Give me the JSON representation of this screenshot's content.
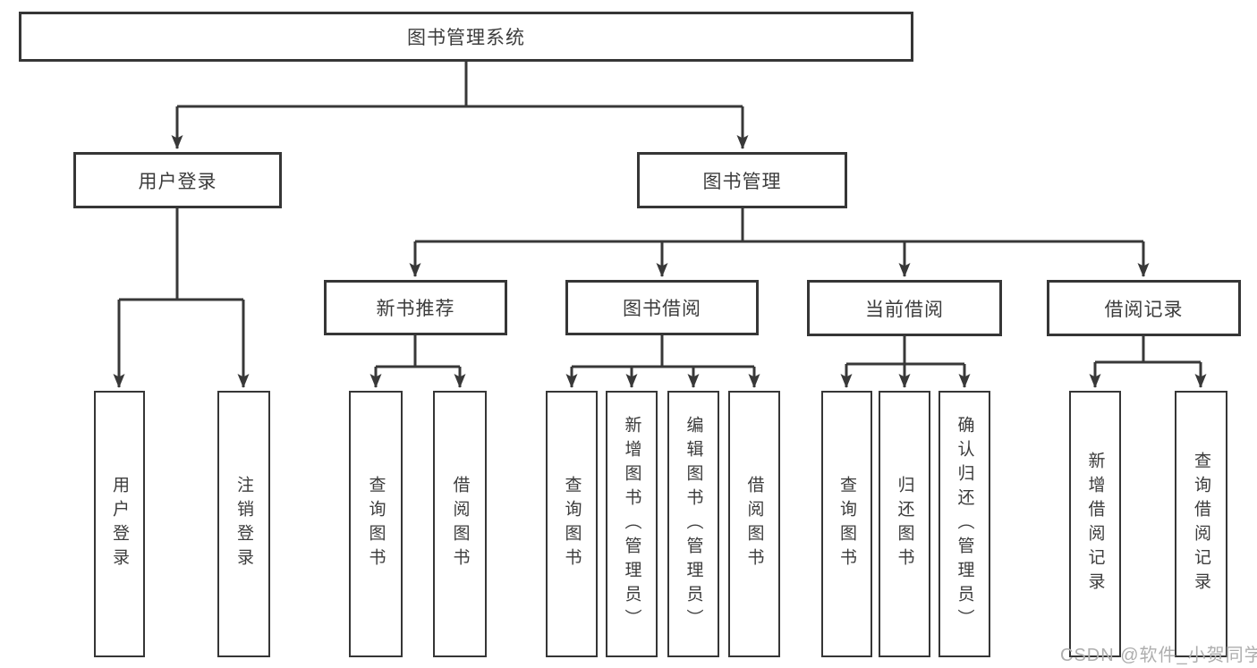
{
  "tree": {
    "label": "图书管理系统",
    "children": [
      {
        "label": "用户登录",
        "children": [
          {
            "label": "用户登录"
          },
          {
            "label": "注销登录"
          }
        ]
      },
      {
        "label": "图书管理",
        "children": [
          {
            "label": "新书推荐",
            "children": [
              {
                "label": "查询图书"
              },
              {
                "label": "借阅图书"
              }
            ]
          },
          {
            "label": "图书借阅",
            "children": [
              {
                "label": "查询图书"
              },
              {
                "label": "新增图书（管理员）"
              },
              {
                "label": "编辑图书（管理员）"
              },
              {
                "label": "借阅图书"
              }
            ]
          },
          {
            "label": "当前借阅",
            "children": [
              {
                "label": "查询图书"
              },
              {
                "label": "归还图书"
              },
              {
                "label": "确认归还（管理员）"
              }
            ]
          },
          {
            "label": "借阅记录",
            "children": [
              {
                "label": "新增借阅记录"
              },
              {
                "label": "查询借阅记录"
              }
            ]
          }
        ]
      }
    ]
  },
  "watermark": {
    "text": "CSDN @软件_小贺同学"
  },
  "colors": {
    "line": "#383838",
    "border": "#363636",
    "text": "#3c3c3c",
    "watermark": "#aeaeae",
    "background": "#ffffff"
  }
}
